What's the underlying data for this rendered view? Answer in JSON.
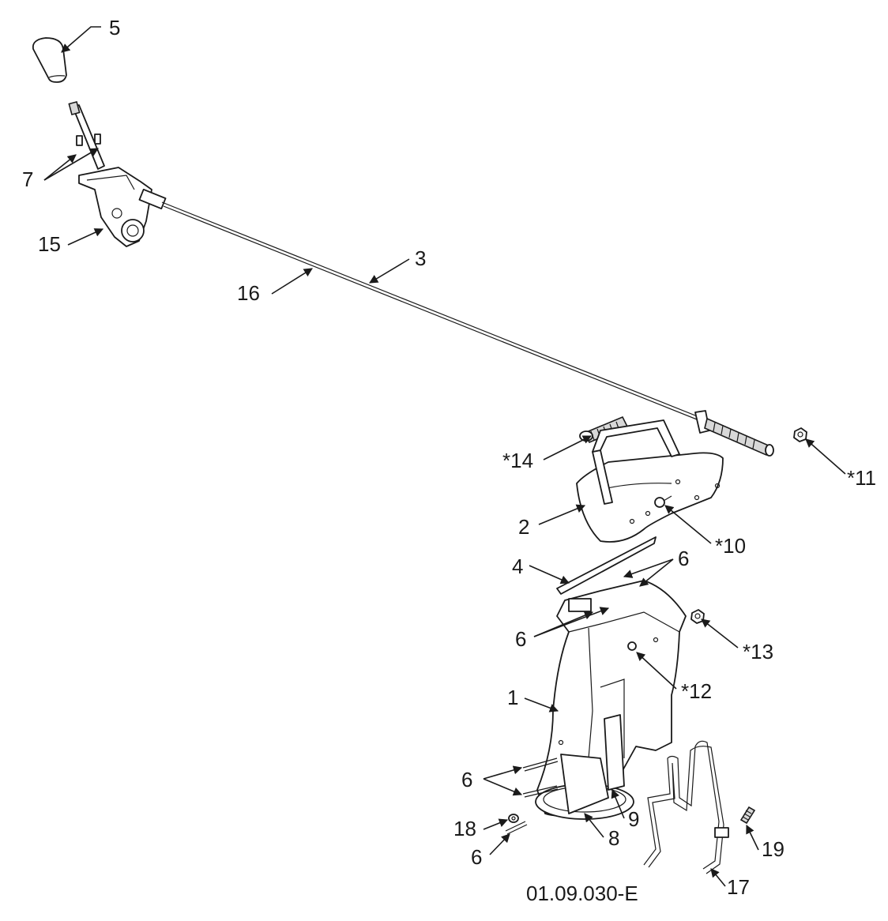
{
  "drawing_number": "01.09.030-E",
  "callouts": {
    "c1": "1",
    "c2": "2",
    "c3": "3",
    "c4": "4",
    "c5": "5",
    "c6a": "6",
    "c6b": "6",
    "c6c": "6",
    "c6d": "6",
    "c7": "7",
    "c8": "8",
    "c9": "9",
    "c10": "*10",
    "c11": "*11",
    "c12": "*12",
    "c13": "*13",
    "c14": "*14",
    "c15": "15",
    "c16": "16",
    "c17": "17",
    "c18": "18",
    "c19": "19"
  },
  "colors": {
    "line": "#1a1a1a",
    "shade": "#d8d8d8",
    "background": "#ffffff"
  }
}
